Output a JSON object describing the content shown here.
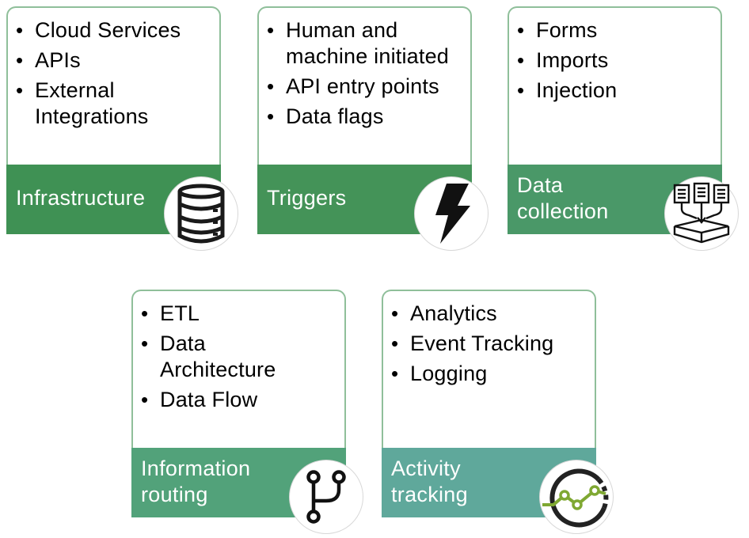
{
  "cards": [
    {
      "id": "infrastructure",
      "items": [
        "Cloud Services",
        "APIs",
        "External Integrations"
      ],
      "label": "Infrastructure",
      "color": "#3f9154",
      "icon": "database-icon"
    },
    {
      "id": "triggers",
      "items": [
        "Human and machine initiated",
        "API entry points",
        "Data flags"
      ],
      "label": "Triggers",
      "color": "#449358",
      "icon": "lightning-bolt-icon"
    },
    {
      "id": "data-collection",
      "items": [
        "Forms",
        "Imports",
        "Injection"
      ],
      "label": "Data collection",
      "color": "#4a9868",
      "icon": "document-collection-icon"
    },
    {
      "id": "information-routing",
      "items": [
        "ETL",
        "Data Architecture",
        "Data Flow"
      ],
      "label": "Information routing",
      "color": "#52a27a",
      "icon": "git-branch-icon"
    },
    {
      "id": "activity-tracking",
      "items": [
        "Analytics",
        "Event Tracking",
        "Logging"
      ],
      "label": "Activity tracking",
      "color": "#5fa89b",
      "icon": "activity-chart-icon"
    }
  ]
}
